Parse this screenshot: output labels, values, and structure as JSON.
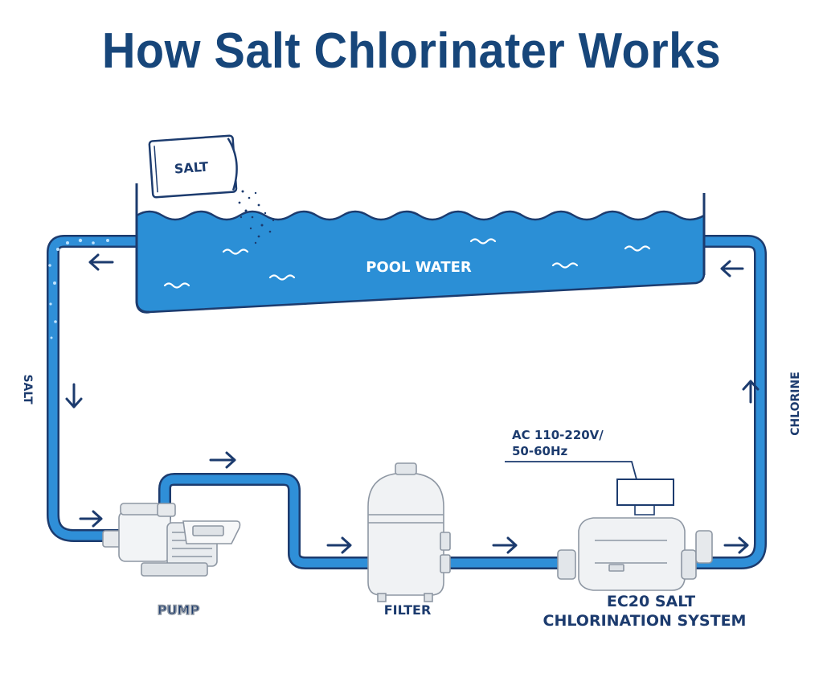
{
  "title": "How Salt Chlorinater Works",
  "labels": {
    "salt_bag": "SALT",
    "pool_water": "POOL WATER",
    "salt_pipe": "SALT",
    "chlorine_pipe": "CHLORINE",
    "power_line1": "AC 110-220V/",
    "power_line2": "50-60Hz",
    "pump": "PUMP",
    "filter": "FILTER",
    "system_line1": "EC20 SALT",
    "system_line2": "CHLORINATION SYSTEM"
  },
  "colors": {
    "title": "#17467a",
    "pipe": "#2f8fd8",
    "pipe_outline": "#1c3b6e",
    "water": "#2b8fd6",
    "ink": "#1c3b6e"
  }
}
